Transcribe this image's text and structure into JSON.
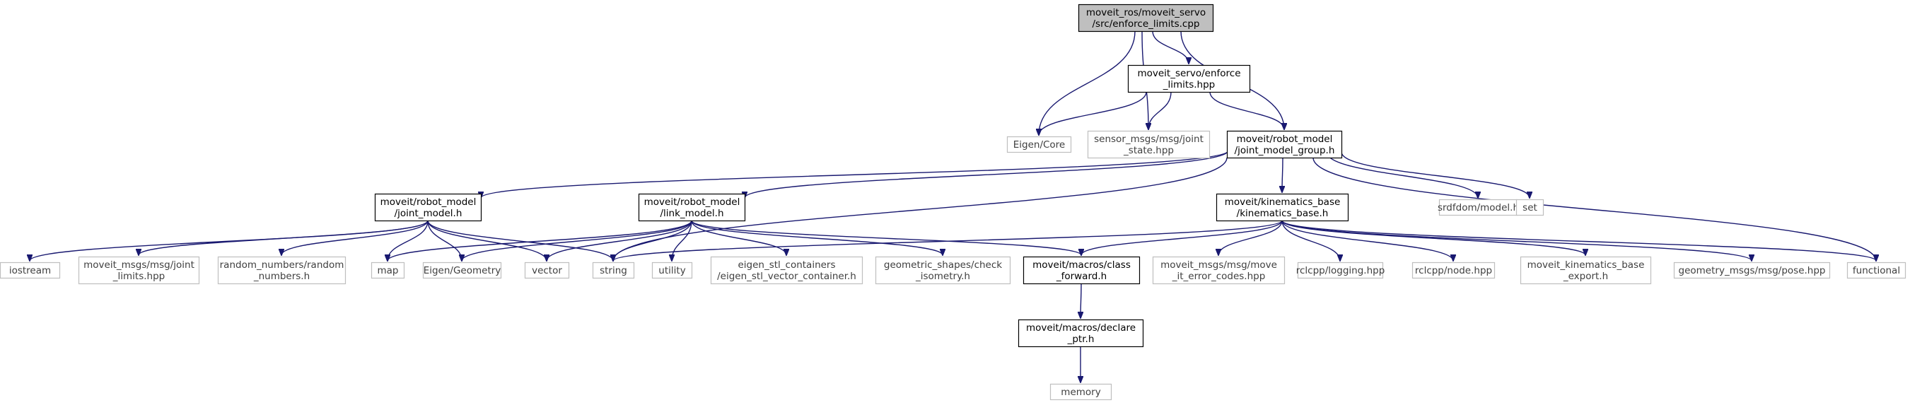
{
  "colors": {
    "edge": "#191970",
    "root_fill": "#bfbfbf",
    "box_border": "#000000",
    "external_border": "#bfbfbf",
    "background": "#ffffff"
  },
  "nodes": {
    "root": {
      "lines": [
        "moveit_ros/moveit_servo",
        "/src/enforce_limits.cpp"
      ]
    },
    "enforce_limits_hpp": {
      "lines": [
        "moveit_servo/enforce",
        "_limits.hpp"
      ]
    },
    "eigen_core": {
      "lines": [
        "Eigen/Core"
      ]
    },
    "joint_state_hpp": {
      "lines": [
        "sensor_msgs/msg/joint",
        "_state.hpp"
      ]
    },
    "joint_model_group_h": {
      "lines": [
        "moveit/robot_model",
        "/joint_model_group.h"
      ]
    },
    "joint_model_h": {
      "lines": [
        "moveit/robot_model",
        "/joint_model.h"
      ]
    },
    "link_model_h": {
      "lines": [
        "moveit/robot_model",
        "/link_model.h"
      ]
    },
    "kinematics_base_h": {
      "lines": [
        "moveit/kinematics_base",
        "/kinematics_base.h"
      ]
    },
    "srdfdom_model_h": {
      "lines": [
        "srdfdom/model.h"
      ]
    },
    "set": {
      "lines": [
        "set"
      ]
    },
    "iostream": {
      "lines": [
        "iostream"
      ]
    },
    "joint_limits_hpp": {
      "lines": [
        "moveit_msgs/msg/joint",
        "_limits.hpp"
      ]
    },
    "random_numbers_h": {
      "lines": [
        "random_numbers/random",
        "_numbers.h"
      ]
    },
    "map": {
      "lines": [
        "map"
      ]
    },
    "eigen_geometry": {
      "lines": [
        "Eigen/Geometry"
      ]
    },
    "vector": {
      "lines": [
        "vector"
      ]
    },
    "string": {
      "lines": [
        "string"
      ]
    },
    "utility": {
      "lines": [
        "utility"
      ]
    },
    "eigen_stl_vector_container_h": {
      "lines": [
        "eigen_stl_containers",
        "/eigen_stl_vector_container.h"
      ]
    },
    "check_isometry_h": {
      "lines": [
        "geometric_shapes/check",
        "_isometry.h"
      ]
    },
    "class_forward_h": {
      "lines": [
        "moveit/macros/class",
        "_forward.h"
      ]
    },
    "move_it_error_codes_hpp": {
      "lines": [
        "moveit_msgs/msg/move",
        "_it_error_codes.hpp"
      ]
    },
    "logging_hpp": {
      "lines": [
        "rclcpp/logging.hpp"
      ]
    },
    "node_hpp": {
      "lines": [
        "rclcpp/node.hpp"
      ]
    },
    "kinematics_base_export_h": {
      "lines": [
        "moveit_kinematics_base",
        "_export.h"
      ]
    },
    "pose_hpp": {
      "lines": [
        "geometry_msgs/msg/pose.hpp"
      ]
    },
    "functional": {
      "lines": [
        "functional"
      ]
    },
    "declare_ptr_h": {
      "lines": [
        "moveit/macros/declare",
        "_ptr.h"
      ]
    },
    "memory": {
      "lines": [
        "memory"
      ]
    }
  }
}
